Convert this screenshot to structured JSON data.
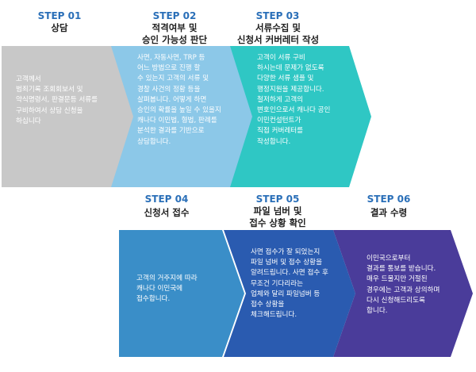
{
  "colors": {
    "step_label": "#2a6fb8",
    "step1": "#c8c8c8",
    "step2": "#8cc8e8",
    "step3": "#2fc7c4",
    "step4": "#3a8ec8",
    "step5": "#2a5bb0",
    "step6": "#4a3c9a"
  },
  "steps": [
    {
      "label": "STEP 01",
      "title": "상담",
      "body": "고객께서\n범죄기록 조회회보서 및\n약식명령서, 판결문등 서류를\n구비하여서 상담 신청을\n하십니다"
    },
    {
      "label": "STEP 02",
      "title": "적격여부 및\n승인 가능성 판단",
      "body": "사면, 자동사면, TRP 등\n어느 방법으로 진행 할\n수 있는지 고객의 서류 및\n경찰 사건의 정황 등을\n살펴봅니다. 어떻게 하면\n승인의 확률을 높일 수 있을지\n캐나다 이민법, 형법, 판례를\n분석한 결과를 기반으로\n상담합니다."
    },
    {
      "label": "STEP 03",
      "title": "서류수집 및\n신청서 커버레터 작성",
      "body": "고객이 서류 구비\n하시는데 문제가 없도록\n다양한 서류 샘플 및\n행정지원을 제공합니다.\n철저하게 고객의\n변호인으로서 캐나다 공인\n이민컨설턴트가\n직접 커버레터를\n작성합니다."
    },
    {
      "label": "STEP 04",
      "title": "신청서 접수",
      "body": "고객의 거주지에 따라\n캐나다 이민국에\n접수합니다."
    },
    {
      "label": "STEP 05",
      "title": "파일 넘버 및\n접수 상황 확인",
      "body": "사면 접수가 잘 되었는지\n파일 넘버 및 접수 상황을\n알려드립니다. 사면 접수 후\n무조건 기다리라는\n업체와 달리 파일넘버 등\n접수 상황을\n체크해드립니다."
    },
    {
      "label": "STEP 06",
      "title": "결과 수령",
      "body": "이민국으로부터\n결과를 통보를 받습니다.\n매우 드물지만 거절된\n경우에는 고객과 상의하며\n다시 신청해드리도록\n합니다."
    }
  ]
}
